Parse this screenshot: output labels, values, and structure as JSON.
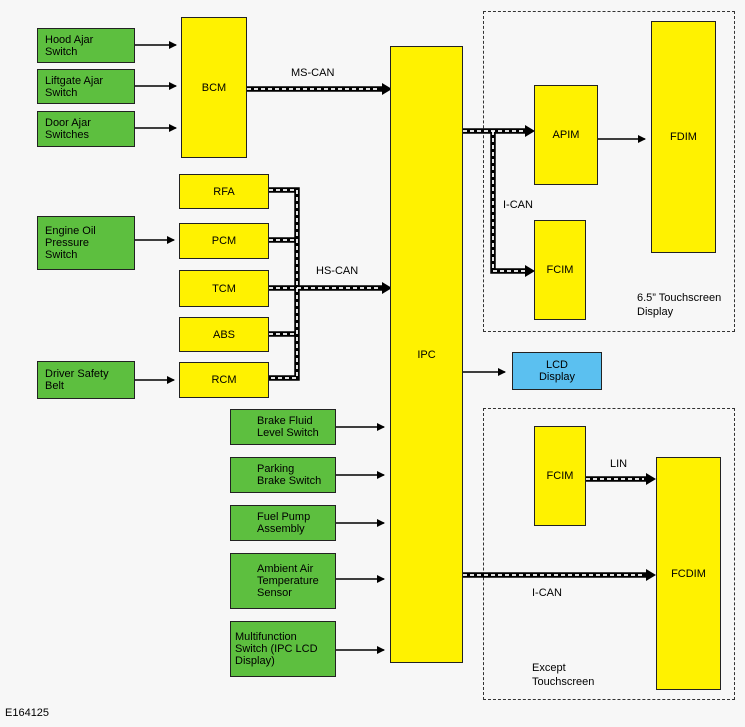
{
  "modules": {
    "hood_ajar": "Hood Ajar\nSwitch",
    "liftgate_ajar": "Liftgate Ajar\nSwitch",
    "door_ajar": "Door Ajar\nSwitches",
    "engine_oil": "Engine Oil\nPressure\nSwitch",
    "driver_belt": "Driver Safety\nBelt",
    "brake_fluid": "Brake Fluid\nLevel Switch",
    "parking_brake": "Parking\nBrake Switch",
    "fuel_pump": "Fuel Pump\nAssembly",
    "ambient_air": "Ambient Air\nTemperature\nSensor",
    "multifunction": "Multifunction\nSwitch (IPC LCD\nDisplay)",
    "bcm": "BCM",
    "rfa": "RFA",
    "pcm": "PCM",
    "tcm": "TCM",
    "abs": "ABS",
    "rcm": "RCM",
    "ipc": "IPC",
    "lcd": "LCD\nDisplay",
    "apim": "APIM",
    "fdim": "FDIM",
    "fcim_top": "FCIM",
    "fcim_bottom": "FCIM",
    "fcdim": "FCDIM"
  },
  "labels": {
    "ms_can": "MS-CAN",
    "hs_can": "HS-CAN",
    "i_can_top": "I-CAN",
    "i_can_bottom": "I-CAN",
    "lin": "LIN",
    "touchscreen": "6.5” Touchscreen\nDisplay",
    "except": "Except\nTouchscreen",
    "figure_id": "E164125"
  },
  "colors": {
    "input_switch": "#5dbf3f",
    "module": "#fff200",
    "display": "#5bc0f0"
  }
}
